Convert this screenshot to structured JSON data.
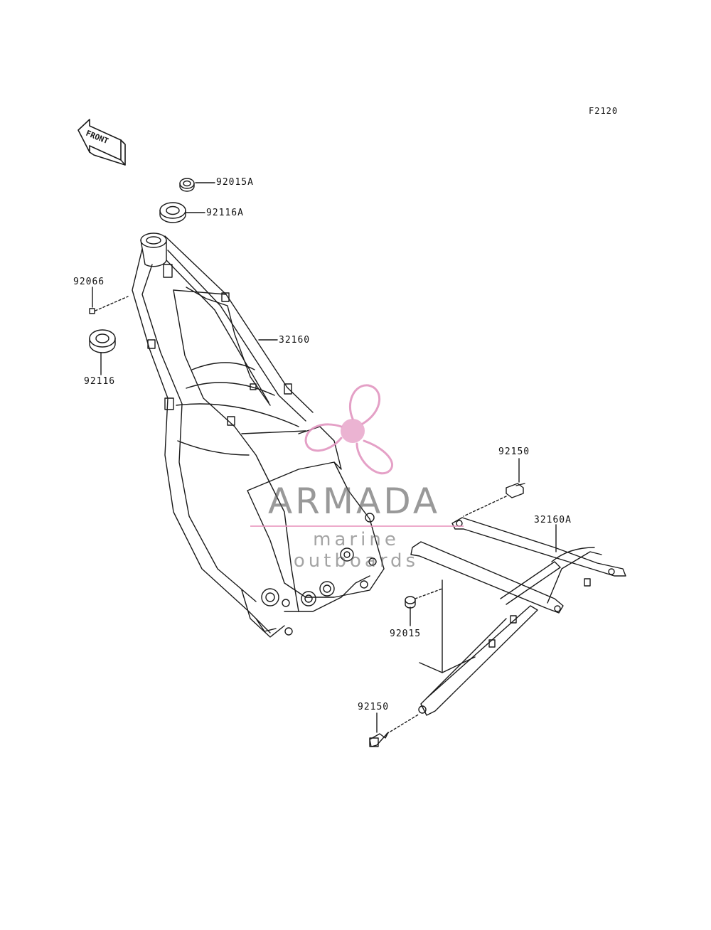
{
  "figure": {
    "code": "F2120",
    "front_label": "FRONT"
  },
  "callouts": {
    "p92015A": "92015A",
    "p92116A": "92116A",
    "p92066": "92066",
    "p92116": "92116",
    "p32160": "32160",
    "p92150_top": "92150",
    "p32160A": "32160A",
    "p92015": "92015",
    "p92150_bottom": "92150"
  },
  "watermark": {
    "brand": "ARMADA",
    "tagline": "marine outboards",
    "logo_color": "#e090bd"
  },
  "colors": {
    "line": "#1a1a1a",
    "background": "#ffffff"
  }
}
